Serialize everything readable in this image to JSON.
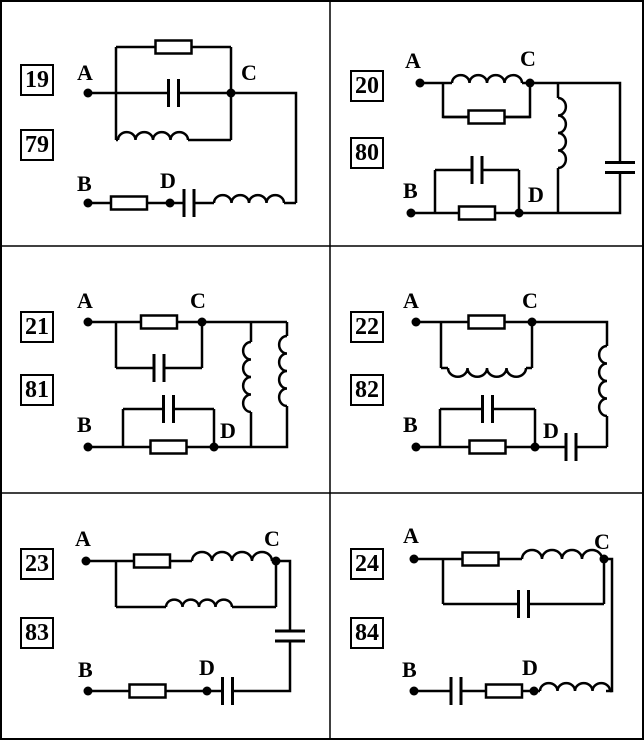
{
  "panels": [
    {
      "numbers": [
        "19",
        "79"
      ],
      "labels": {
        "a": "A",
        "b": "B",
        "c": "C",
        "d": "D"
      }
    },
    {
      "numbers": [
        "20",
        "80"
      ],
      "labels": {
        "a": "A",
        "b": "B",
        "c": "C",
        "d": "D"
      }
    },
    {
      "numbers": [
        "21",
        "81"
      ],
      "labels": {
        "a": "A",
        "b": "B",
        "c": "C",
        "d": "D"
      }
    },
    {
      "numbers": [
        "22",
        "82"
      ],
      "labels": {
        "a": "A",
        "b": "B",
        "c": "C",
        "d": "D"
      }
    },
    {
      "numbers": [
        "23",
        "83"
      ],
      "labels": {
        "a": "A",
        "b": "B",
        "c": "C",
        "d": "D"
      }
    },
    {
      "numbers": [
        "24",
        "84"
      ],
      "labels": {
        "a": "A",
        "b": "B",
        "c": "C",
        "d": "D"
      }
    }
  ]
}
